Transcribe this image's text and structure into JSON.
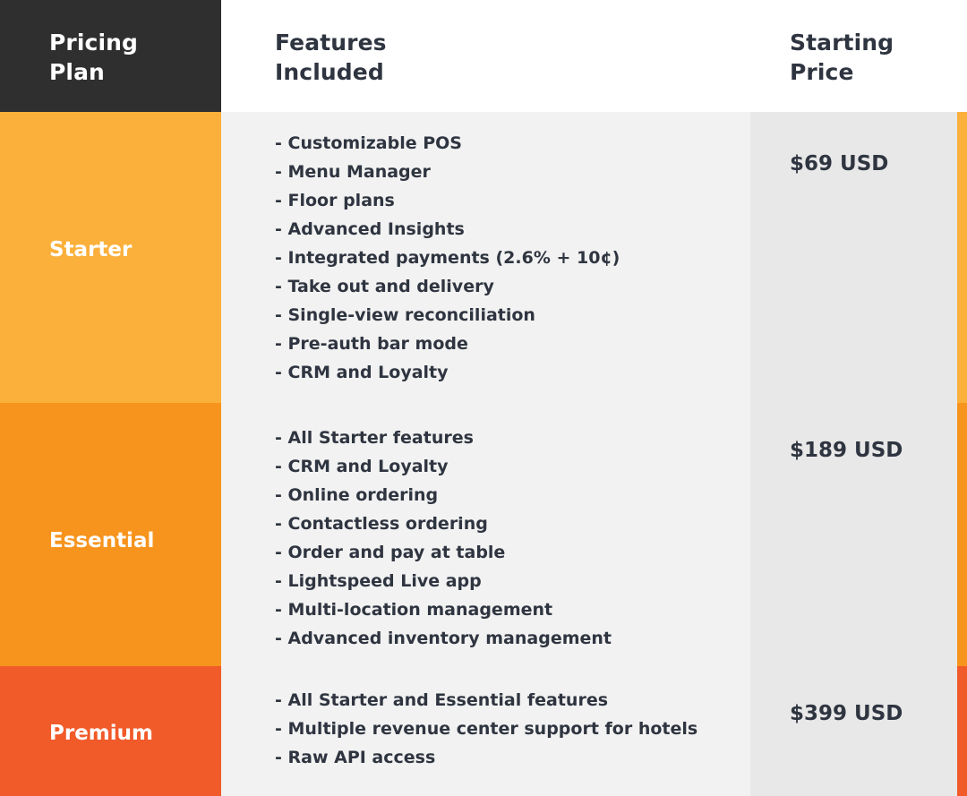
{
  "header": {
    "plan_title": "Pricing\nPlan",
    "features_title": "Features\nIncluded",
    "price_title": "Starting\nPrice"
  },
  "plans": [
    {
      "name": "Starter",
      "price": "$69 USD",
      "color": "#fbb03b",
      "features": [
        "- Customizable POS",
        "- Menu Manager",
        "- Floor plans",
        "- Advanced Insights",
        "- Integrated payments (2.6% + 10¢)",
        "- Take out and delivery",
        "- Single-view reconciliation",
        "- Pre-auth bar mode",
        "- CRM and Loyalty"
      ]
    },
    {
      "name": "Essential",
      "price": "$189 USD",
      "color": "#f7941d",
      "features": [
        "- All Starter features",
        "- CRM and Loyalty",
        "- Online ordering",
        "- Contactless ordering",
        "- Order and pay at table",
        "- Lightspeed Live app",
        "- Multi-location management",
        "- Advanced inventory management"
      ]
    },
    {
      "name": "Premium",
      "price": "$399 USD",
      "color": "#f15a29",
      "features": [
        "- All Starter and Essential features",
        "- Multiple revenue center support for hotels",
        "- Raw API access"
      ]
    }
  ],
  "colors": {
    "header_dark": "#2f2f2f",
    "text_dark": "#2f3540",
    "features_bg": "#f2f2f2",
    "price_bg": "#e8e8e8"
  }
}
